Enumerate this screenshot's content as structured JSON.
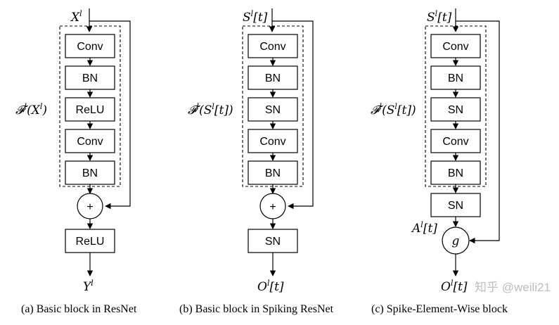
{
  "columns": [
    {
      "id": "a",
      "input_label": "X^l",
      "function_label": "𝓕^l(X^l)",
      "boxes": [
        "Conv",
        "BN",
        "ReLU",
        "Conv",
        "BN"
      ],
      "combine_symbol": "+",
      "after_box": "ReLU",
      "output_label": "Y^l",
      "caption": "(a) Basic block in ResNet"
    },
    {
      "id": "b",
      "input_label": "S^l[t]",
      "function_label": "𝓕^l(S^l[t])",
      "boxes": [
        "Conv",
        "BN",
        "SN",
        "Conv",
        "BN"
      ],
      "combine_symbol": "+",
      "after_box": "SN",
      "output_label": "O^l[t]",
      "caption": "(b) Basic block in Spiking ResNet"
    },
    {
      "id": "c",
      "input_label": "S^l[t]",
      "function_label": "𝓕^l(S^l[t])",
      "boxes": [
        "Conv",
        "BN",
        "SN",
        "Conv",
        "BN"
      ],
      "pre_combine_box": "SN",
      "pre_combine_label": "A^l[t]",
      "combine_symbol": "g",
      "output_label": "O^l[t]",
      "caption": "(c) Spike-Element-Wise block"
    }
  ],
  "watermark": "知乎 @weili21"
}
